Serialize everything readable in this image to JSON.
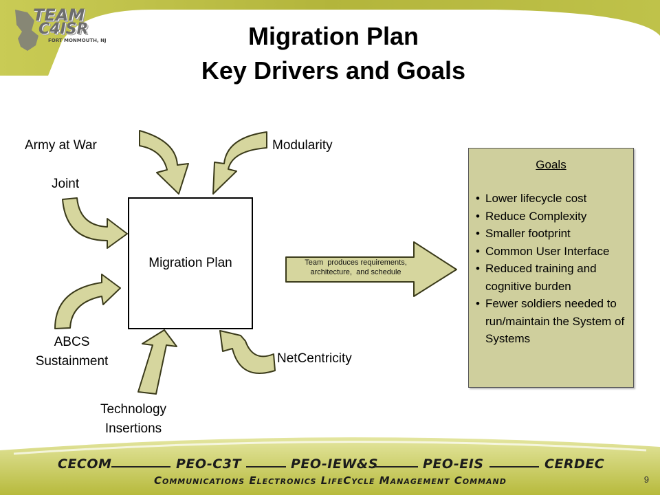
{
  "logo": {
    "line1": "TEAM",
    "line2": "C4ISR",
    "line3": "FORT MONMOUTH, NJ"
  },
  "title": {
    "line1": "Migration Plan",
    "line2": "Key Drivers and Goals"
  },
  "drivers": {
    "army_at_war": "Army at War",
    "modularity": "Modularity",
    "joint": "Joint",
    "abcs_line1": "ABCS",
    "abcs_line2": "Sustainment",
    "tech_line1": "Technology",
    "tech_line2": "Insertions",
    "netcentricity": "NetCentricity"
  },
  "center_box": {
    "label": "Migration Plan"
  },
  "output_arrow": {
    "line1": "Team  produces requirements,",
    "line2": "architecture,  and schedule"
  },
  "goals": {
    "title": "Goals",
    "items": [
      "Lower lifecycle cost",
      "Reduce Complexity",
      "Smaller footprint",
      "Common User Interface",
      "Reduced training and cognitive burden",
      "Fewer soldiers needed to run/maintain the System of Systems"
    ]
  },
  "footer": {
    "orgs": [
      "CECOM",
      "PEO-C3T",
      "PEO-IEW&S",
      "PEO-EIS",
      "CERDEC"
    ],
    "command": "Communications Electronics LifeCycle Management Command",
    "page_number": "9"
  },
  "colors": {
    "olive_band": "#b9bb3f",
    "arrow_fill": "#d6d69e",
    "goals_fill": "#cfcf9d"
  }
}
